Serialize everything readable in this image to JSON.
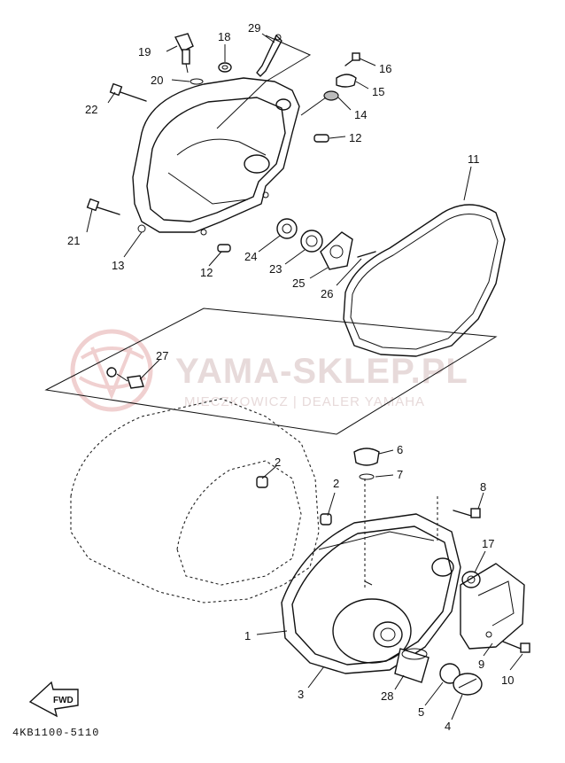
{
  "drawing_code": "4KB1100-5110",
  "watermark": {
    "main": "YAMA-SKLEP.PL",
    "sub": "MIECZKOWICZ | DEALER YAMAHA"
  },
  "fwd_label": "FWD",
  "callouts": {
    "c1": "1",
    "c2a": "2",
    "c2b": "2",
    "c3": "3",
    "c4": "4",
    "c5": "5",
    "c6": "6",
    "c7": "7",
    "c8": "8",
    "c9": "9",
    "c10": "10",
    "c11": "11",
    "c12a": "12",
    "c12b": "12",
    "c13": "13",
    "c14": "14",
    "c15": "15",
    "c16": "16",
    "c17": "17",
    "c18": "18",
    "c19": "19",
    "c20": "20",
    "c21": "21",
    "c22": "22",
    "c23": "23",
    "c24": "24",
    "c25": "25",
    "c26": "26",
    "c27": "27",
    "c28": "28",
    "c29": "29"
  },
  "colors": {
    "line": "#111111",
    "watermark": "#e7dada"
  }
}
